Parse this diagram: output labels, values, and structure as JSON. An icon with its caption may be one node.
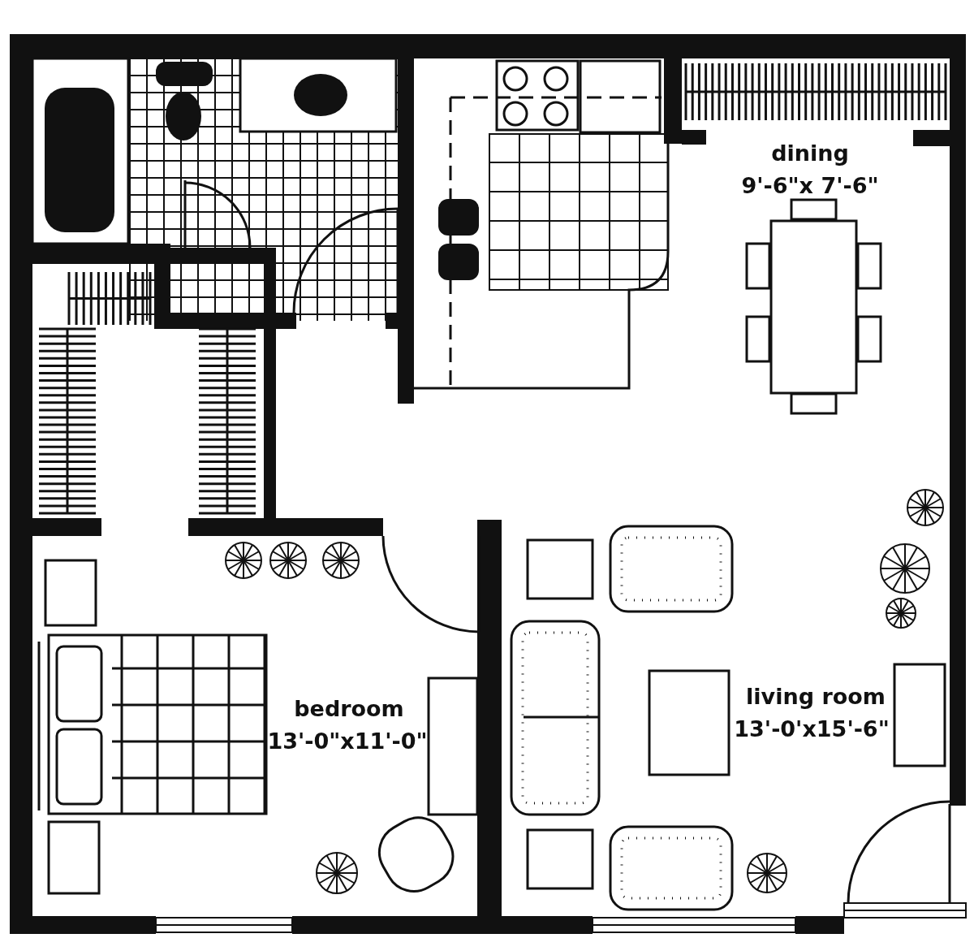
{
  "diagram": {
    "labels": [
      "dining",
      "9'-6\"x 7'-6\"",
      "bedroom",
      "13'-0\"x11'-0\"",
      "living room",
      "13'-0'x15'-6\""
    ]
  }
}
